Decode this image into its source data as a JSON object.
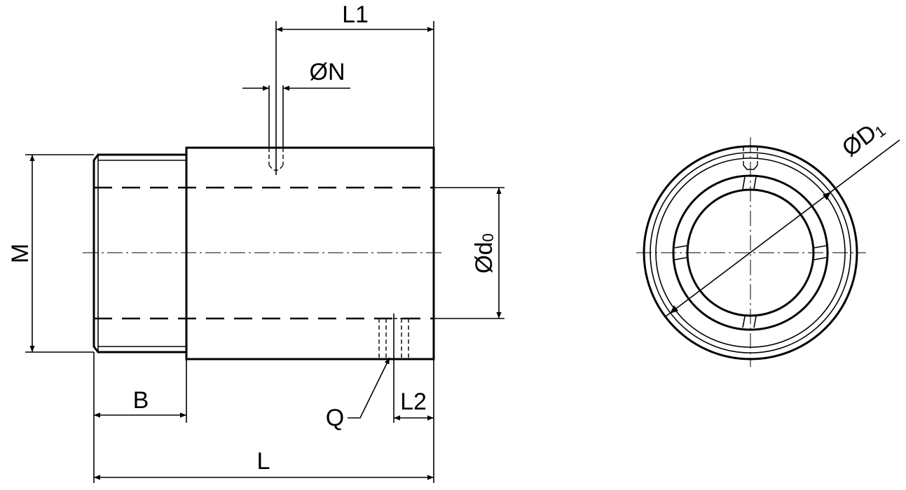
{
  "labels": {
    "L1": "L1",
    "N": "ØN",
    "M": "M",
    "d0_main": "Ød",
    "d0_sub": "0",
    "B": "B",
    "Q": "Q",
    "L2": "L2",
    "L": "L",
    "D1_main": "ØD",
    "D1_sub": "1"
  },
  "colors": {
    "line": "#000000",
    "background": "#ffffff"
  }
}
